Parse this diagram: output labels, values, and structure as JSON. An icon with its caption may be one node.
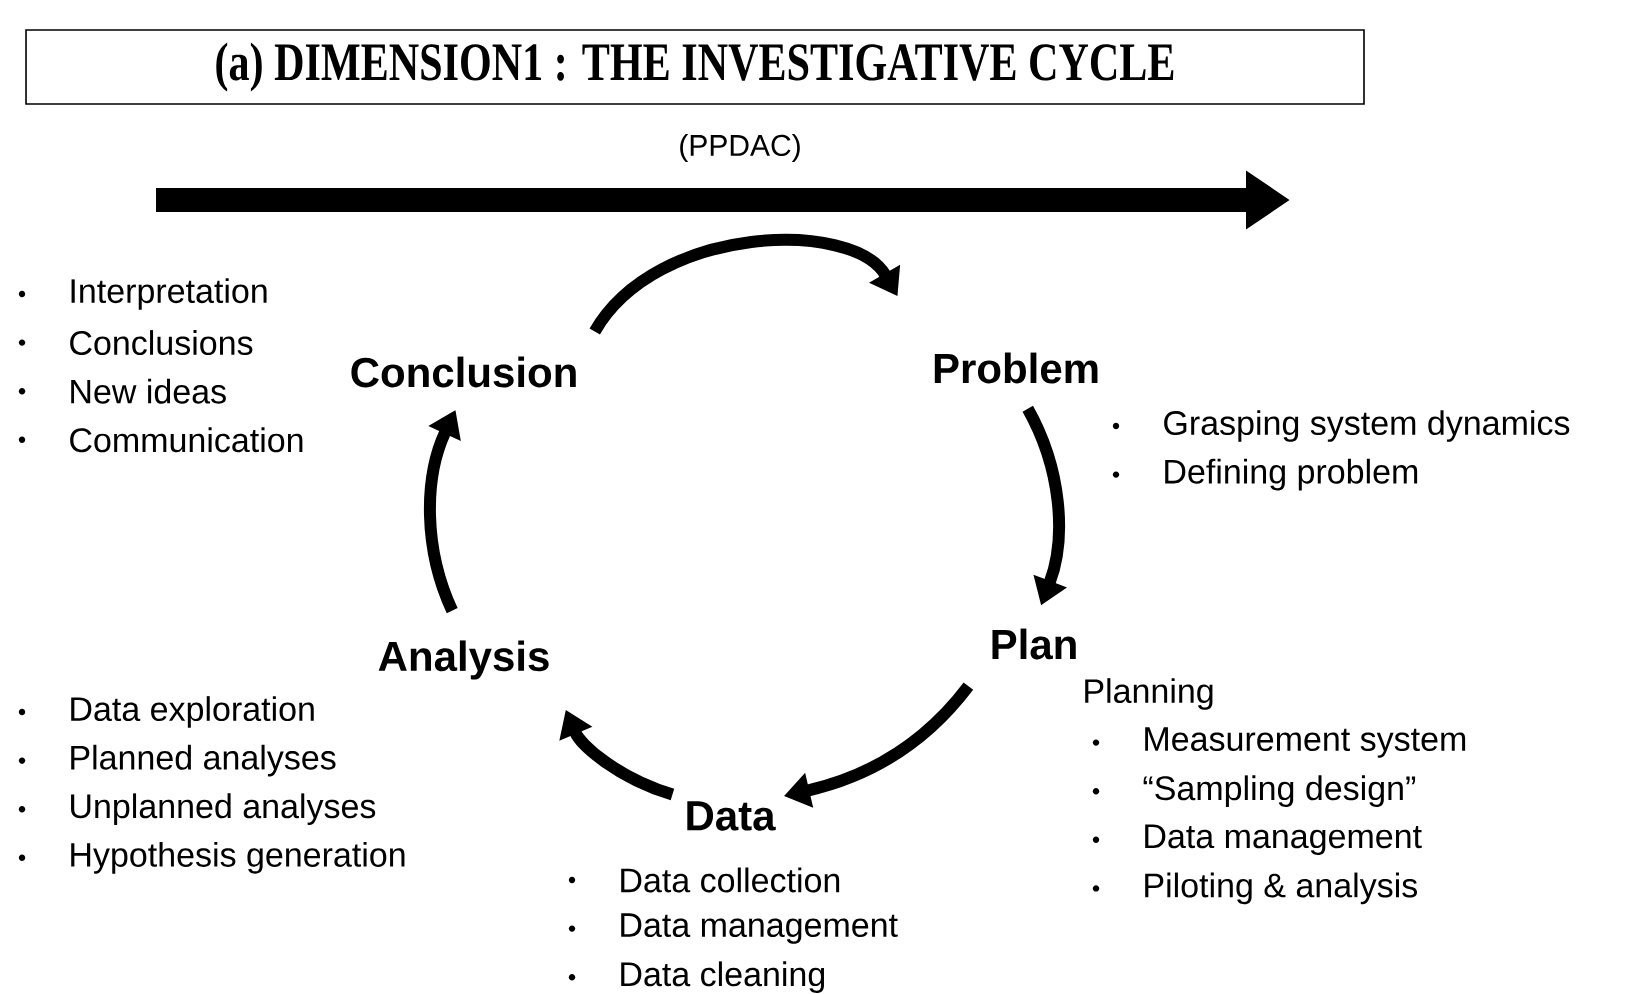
{
  "diagram": {
    "title": "(a) DIMENSION1 : THE INVESTIGATIVE CYCLE",
    "nodes": [
      {
        "text": [
          "Problem"
        ],
        "beside": [
          "Grasping system dynamics",
          "Defining problem"
        ]
      },
      {
        "text": [
          "Plan"
        ],
        "beside": [
          "Planning",
          "Measurement system",
          "“Sampling design”",
          "Data management",
          "Piloting & analysis"
        ]
      },
      {
        "text": [
          "Data"
        ],
        "beside": [
          "Data collection",
          "Data management",
          "Data cleaning"
        ]
      },
      {
        "text": [
          "Analysis"
        ],
        "beside": [
          "Data exploration",
          "Planned analyses",
          "Unplanned analyses",
          "Hypothesis generation"
        ]
      },
      {
        "text": [
          "Conclusion"
        ],
        "beside": [
          "Interpretation",
          "Conclusions",
          "New ideas",
          "Communication"
        ]
      }
    ],
    "edges": [
      {
        "from": 4,
        "to": 0,
        "arrow": "to"
      },
      {
        "from": 0,
        "to": 1,
        "arrow": "to"
      },
      {
        "from": 1,
        "to": 2,
        "arrow": "to"
      },
      {
        "from": 2,
        "to": 3,
        "arrow": "to"
      },
      {
        "from": 3,
        "to": 4,
        "arrow": "to"
      }
    ],
    "labels": [
      "(PPDAC)"
    ]
  }
}
